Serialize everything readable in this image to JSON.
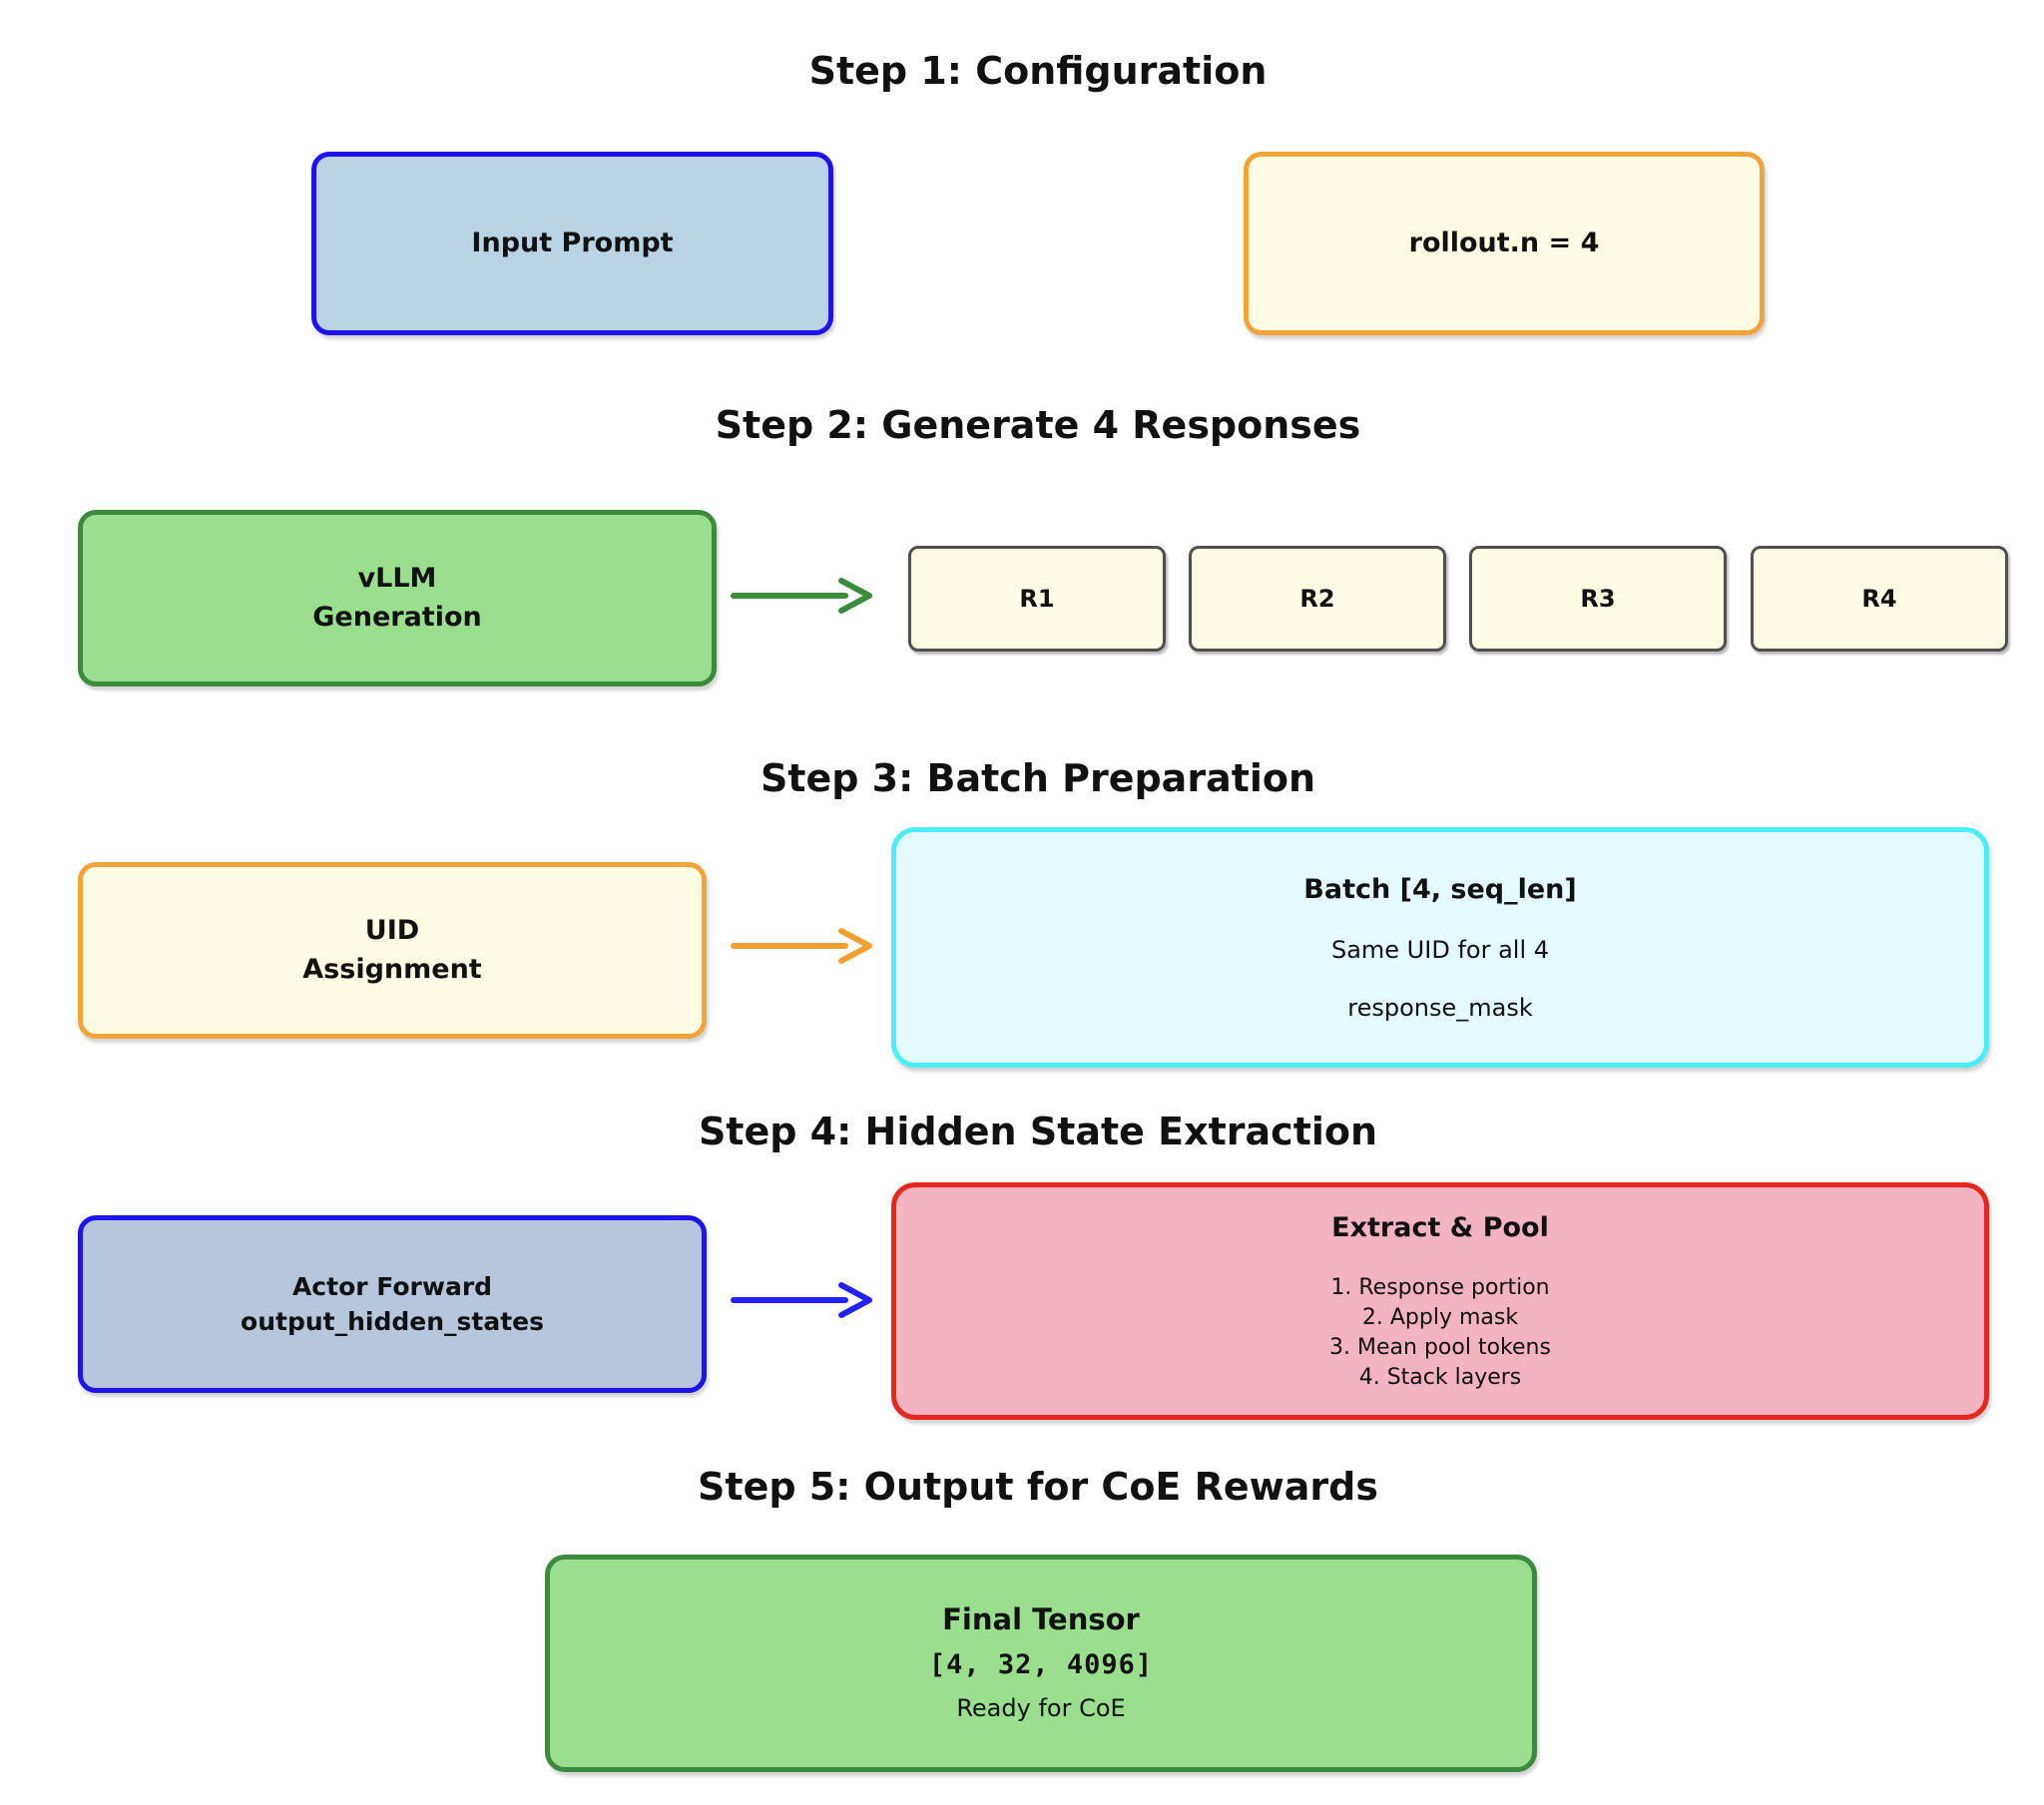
{
  "step1": {
    "title": "Step 1: Configuration",
    "input_prompt": "Input Prompt",
    "rollout": "rollout.n = 4"
  },
  "step2": {
    "title": "Step 2: Generate 4 Responses",
    "vllm_line1": "vLLM",
    "vllm_line2": "Generation",
    "responses": [
      "R1",
      "R2",
      "R3",
      "R4"
    ]
  },
  "step3": {
    "title": "Step 3: Batch Preparation",
    "uid_line1": "UID",
    "uid_line2": "Assignment",
    "batch_title": "Batch [4, seq_len]",
    "batch_subtitle": "Same UID for all 4",
    "batch_mask": "response_mask"
  },
  "step4": {
    "title": "Step 4: Hidden State Extraction",
    "actor_line1": "Actor Forward",
    "actor_line2": "output_hidden_states",
    "extract_title": "Extract & Pool",
    "extract_items": [
      "1. Response portion",
      "2. Apply mask",
      "3. Mean pool tokens",
      "4. Stack layers"
    ]
  },
  "step5": {
    "title": "Step 5: Output for CoE Rewards",
    "final_title": "Final Tensor",
    "final_shape": "[4, 32, 4096]",
    "final_note": "Ready for CoE"
  },
  "colors": {
    "blue_border": "#1c13ee",
    "lightblue_fill": "#b8d4e5",
    "orange_border": "#f2a43a",
    "lightyellow_fill": "#fffce4",
    "green_border": "#3c8a3c",
    "lightgreen_fill": "#99df8e",
    "gray_border": "#4f4f4f",
    "cyan_border": "#4aeef8",
    "lightcyan_fill": "#e4fbfd",
    "red_border": "#e6271f",
    "pink_fill": "#f3b3c0",
    "steelblue_fill": "#b5c6dd",
    "arrow_green": "#3a8b3a",
    "arrow_orange": "#f0a030",
    "arrow_blue": "#2222f5",
    "text": "#111111"
  }
}
